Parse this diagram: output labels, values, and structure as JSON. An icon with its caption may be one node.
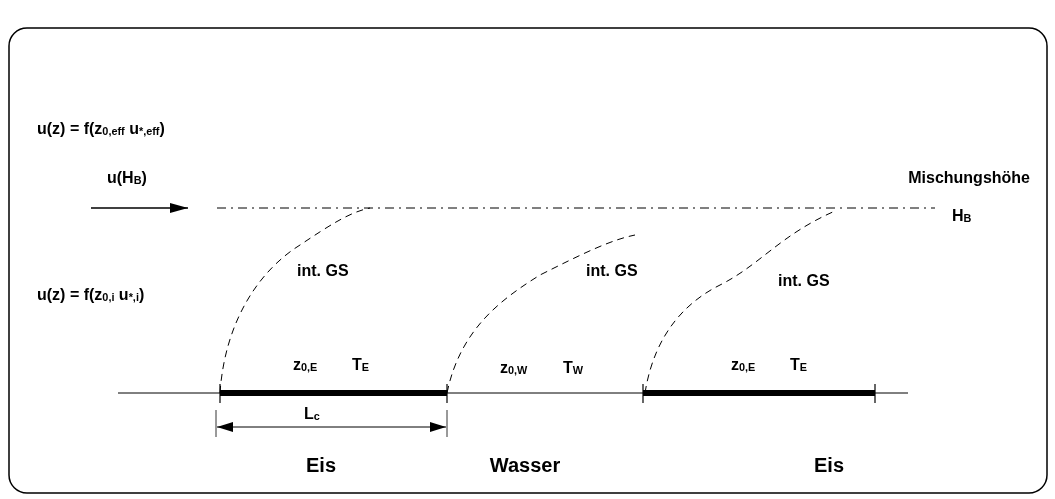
{
  "diagram": {
    "labels": [
      "u(z) = f(z$_{0,eff}$ u$_{*,eff}$)",
      "u(H$_{B}$)",
      "Mischungshöhe",
      "H$_{B}$",
      "int. GS",
      "int. GS",
      "u(z) = f(z$_{0,i}$ u$_{*,i}$)",
      "int. GS",
      "z$_{0,E}$",
      "T$_{E}$",
      "z$_{0,W}$",
      "T$_{W}$",
      "z$_{0,E}$",
      "T$_{E}$",
      "L$_{c}$",
      "Eis",
      "Wasser",
      "Eis"
    ]
  }
}
